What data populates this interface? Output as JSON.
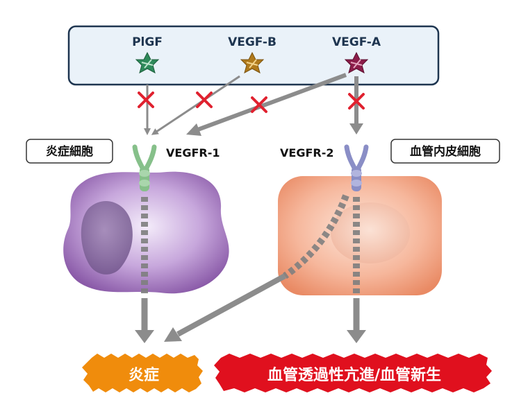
{
  "ligands": {
    "plgf": "PlGF",
    "vegfb": "VEGF-B",
    "vegfa": "VEGF-A"
  },
  "cells": {
    "inflammatory": "炎症細胞",
    "endothelial": "血管内皮細胞"
  },
  "receptors": {
    "vegfr1": "VEGFR-1",
    "vegfr2": "VEGFR-2"
  },
  "outcomes": {
    "inflammation": "炎症",
    "angiogenesis": "血管透過性亢進/血管新生"
  },
  "colors": {
    "box_border": "#1e3550",
    "box_fill": "#eaf2f9",
    "ligand_text": "#1e3550",
    "plgf": "#2e8a5a",
    "vegfb": "#b07a1c",
    "vegfa": "#8c1d4a",
    "block_x": "#e0212f",
    "arrow": "#8c8c8c",
    "inflammatory_cell": "#a27ac0",
    "endothelial_cell": "#f2a486",
    "vegfr1": "#86c08a",
    "vegfr2": "#8a8ec6",
    "inflammation_badge": "#f08c0c",
    "angiogenesis_badge": "#e0101e"
  }
}
